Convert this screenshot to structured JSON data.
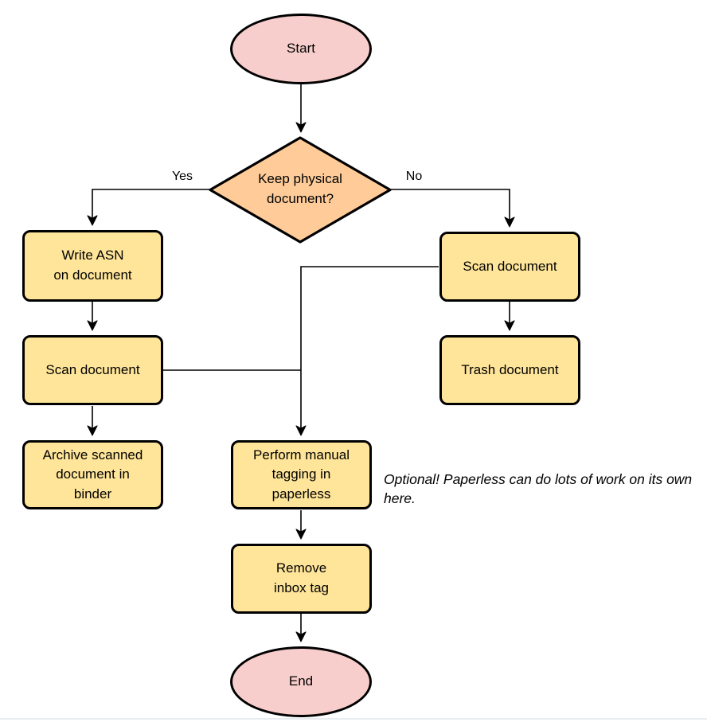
{
  "colors": {
    "terminator_fill": "#f8cecc",
    "decision_fill": "#ffcc99",
    "process_fill": "#ffe599",
    "stroke": "#000000",
    "bottom_divider": "#e8ecef"
  },
  "nodes": {
    "start": {
      "label": "Start",
      "lines": [
        "Start"
      ]
    },
    "decision": {
      "label": "Keep physical document?",
      "lines": [
        "Keep physical",
        "document?"
      ]
    },
    "write_asn": {
      "label": "Write ASN on document",
      "lines": [
        "Write ASN",
        "on document"
      ]
    },
    "scan_left": {
      "label": "Scan document",
      "lines": [
        "Scan document"
      ]
    },
    "archive": {
      "label": "Archive scanned document in binder",
      "lines": [
        "Archive scanned",
        "document in",
        "binder"
      ]
    },
    "scan_right": {
      "label": "Scan document",
      "lines": [
        "Scan document"
      ]
    },
    "trash": {
      "label": "Trash document",
      "lines": [
        "Trash document"
      ]
    },
    "perform_tagging": {
      "label": "Perform manual tagging in paperless",
      "lines": [
        "Perform manual",
        "tagging in",
        "paperless"
      ]
    },
    "remove_inbox": {
      "label": "Remove inbox tag",
      "lines": [
        "Remove",
        "inbox tag"
      ]
    },
    "end": {
      "label": "End",
      "lines": [
        "End"
      ]
    }
  },
  "edge_labels": {
    "yes": "Yes",
    "no": "No"
  },
  "annotation": {
    "text": "Optional! Paperless can do lots of work on its own here.",
    "lines": [
      "Optional! Paperless can do lots of work on",
      "its own here."
    ]
  }
}
